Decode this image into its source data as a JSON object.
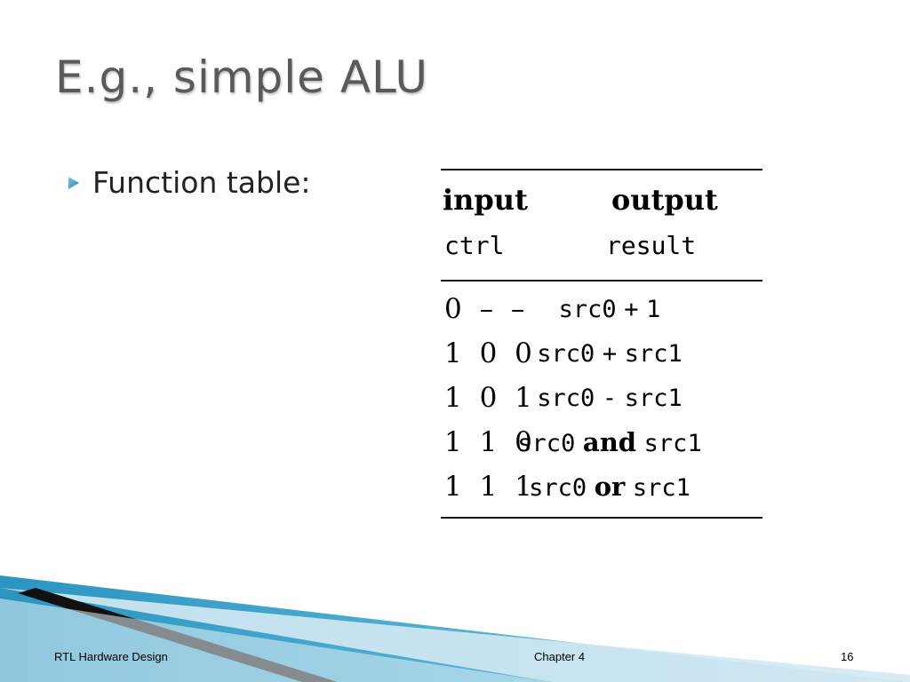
{
  "slide": {
    "title": "E.g., simple ALU",
    "bullet": "Function table:"
  },
  "table": {
    "header_top": [
      "input",
      "output"
    ],
    "header_bottom": [
      "ctrl",
      "result"
    ],
    "rows": [
      {
        "ctrl": "0 – –",
        "a": "src0",
        "op": "+",
        "b": "1"
      },
      {
        "ctrl": "1 0 0",
        "a": "src0",
        "op": "+",
        "b": "src1"
      },
      {
        "ctrl": "1 0 1",
        "a": "src0",
        "op": "-",
        "b": "src1"
      },
      {
        "ctrl": "1 1 0",
        "a": "src0",
        "op": "and",
        "b": "src1"
      },
      {
        "ctrl": "1 1 1",
        "a": "src0",
        "op": "or",
        "b": "src1"
      }
    ]
  },
  "footer": {
    "left": "RTL Hardware Design",
    "center": "Chapter 4",
    "right": "16"
  },
  "colors": {
    "title": "#5a5a5a",
    "bullet_icon": "#2e9fc7",
    "footer_blue": "#2d9bc4",
    "footer_light": "#cfe6f1"
  }
}
